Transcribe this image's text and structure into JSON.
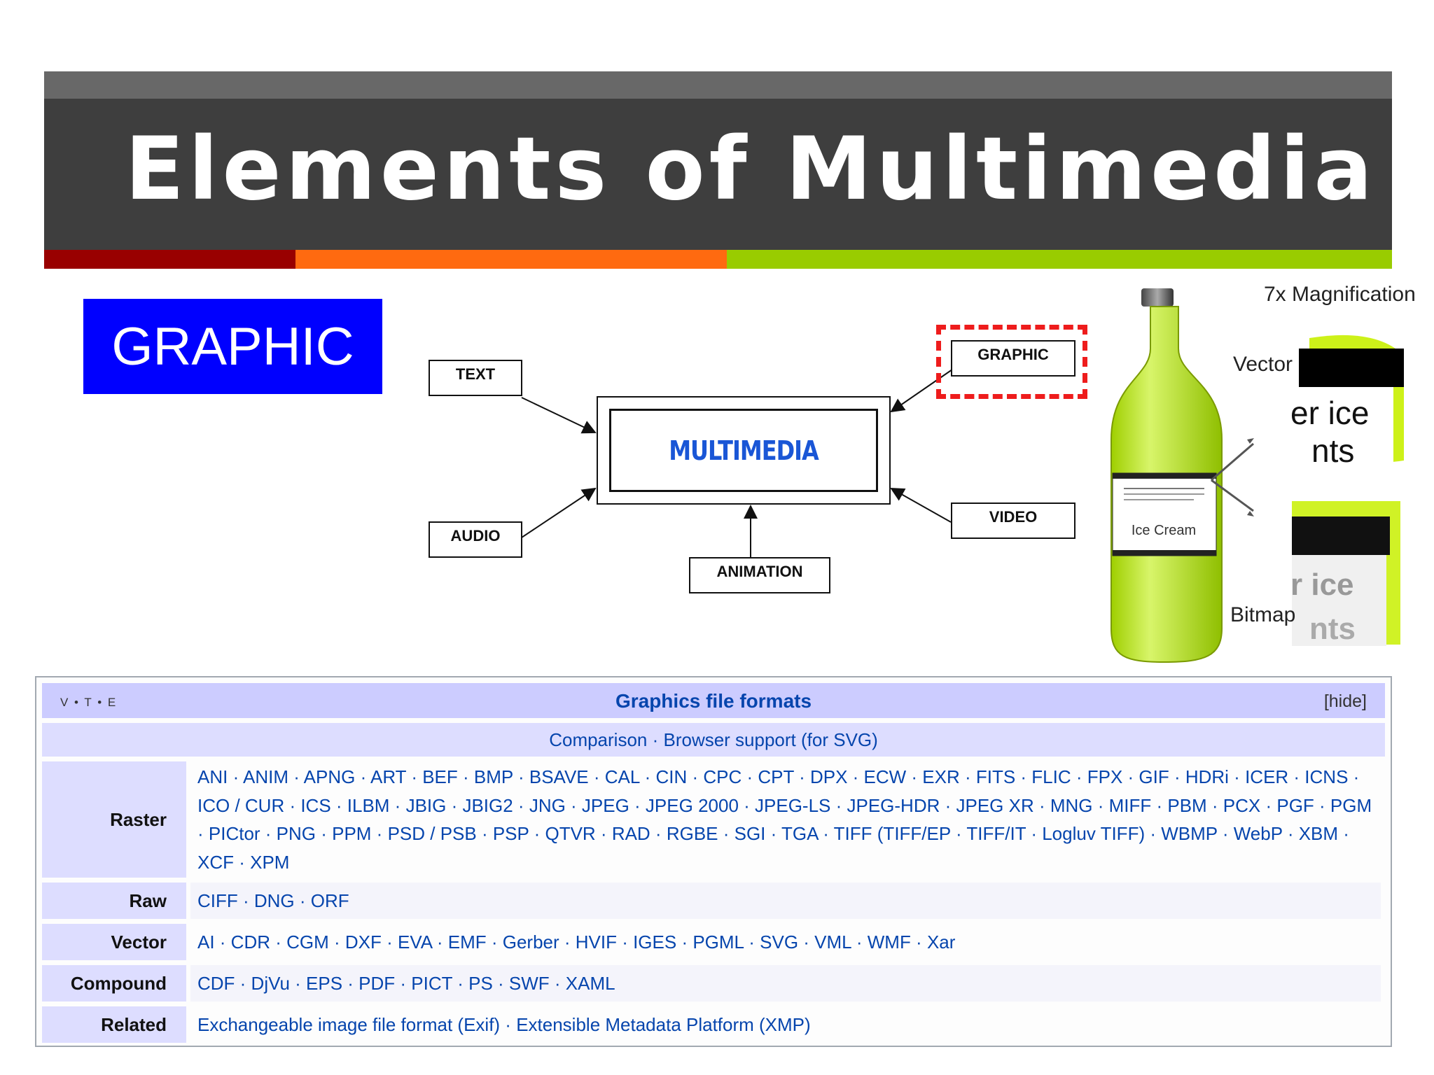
{
  "slide": {
    "title": "Elements of Multimedia",
    "graphic_label": "GRAPHIC"
  },
  "diagram": {
    "center": "MULTIMEDIA",
    "nodes": {
      "text": "TEXT",
      "audio": "AUDIO",
      "animation": "ANIMATION",
      "video": "VIDEO",
      "graphic": "GRAPHIC"
    }
  },
  "illustration": {
    "magnification": "7x Magnification",
    "vector": "Vector",
    "bitmap": "Bitmap",
    "bottle_label": "Ice Cream",
    "vector_crop": "er ice",
    "vector_crop2": "nts",
    "bitmap_crop": "r ice",
    "bitmap_crop2": "nts"
  },
  "navbox": {
    "vte": "V • T • E",
    "title": "Graphics file formats",
    "hide": "[hide]",
    "subtitle": "Comparison · Browser support (for SVG)",
    "groups": [
      {
        "label": "Raster",
        "items": "ANI · ANIM · APNG · ART · BEF · BMP · BSAVE · CAL · CIN · CPC · CPT · DPX · ECW · EXR · FITS · FLIC · FPX · GIF · HDRi · ICER · ICNS · ICO / CUR · ICS · ILBM · JBIG · JBIG2 · JNG · JPEG · JPEG 2000 · JPEG-LS · JPEG-HDR · JPEG XR · MNG · MIFF · PBM · PCX · PGF · PGM · PICtor · PNG · PPM · PSD / PSB · PSP · QTVR · RAD · RGBE · SGI · TGA · TIFF (TIFF/EP · TIFF/IT · Logluv TIFF) · WBMP · WebP · XBM · XCF · XPM"
      },
      {
        "label": "Raw",
        "items": "CIFF · DNG · ORF"
      },
      {
        "label": "Vector",
        "items": "AI · CDR · CGM · DXF · EVA · EMF · Gerber · HVIF · IGES · PGML · SVG · VML · WMF · Xar"
      },
      {
        "label": "Compound",
        "items": "CDF · DjVu · EPS · PDF · PICT · PS · SWF · XAML"
      },
      {
        "label": "Related",
        "items": "Exchangeable image file format (Exif) · Extensible Metadata Platform (XMP)"
      }
    ]
  },
  "colors": {
    "title_bar": "#3e3e3e",
    "stripe_red": "#990000",
    "stripe_orange": "#ff6a10",
    "stripe_green": "#99cc00",
    "graphic_box": "#0000ff",
    "link": "#0645ad",
    "navbox_header": "#ccccff"
  }
}
